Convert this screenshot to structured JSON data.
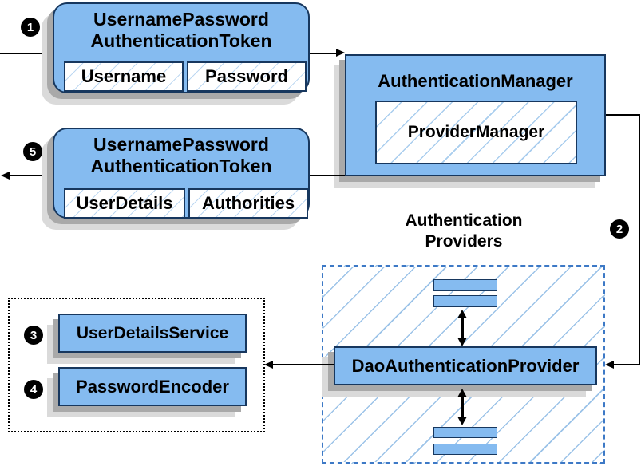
{
  "flow": {
    "request_token": {
      "badge": "1",
      "title_line1": "UsernamePassword",
      "title_line2": "AuthenticationToken",
      "fields": [
        "Username",
        "Password"
      ]
    },
    "auth_manager": {
      "label": "AuthenticationManager",
      "inner_label": "ProviderManager"
    },
    "response_token": {
      "badge": "5",
      "title_line1": "UsernamePassword",
      "title_line2": "AuthenticationToken",
      "fields": [
        "UserDetails",
        "Authorities"
      ]
    },
    "providers": {
      "badge": "2",
      "heading_line1": "Authentication",
      "heading_line2": "Providers",
      "provider_label": "DaoAuthenticationProvider"
    },
    "services": {
      "items": [
        {
          "badge": "3",
          "label": "UserDetailsService"
        },
        {
          "badge": "4",
          "label": "PasswordEncoder"
        }
      ]
    }
  },
  "colors": {
    "box_fill": "#85bbf0",
    "box_border": "#17375e",
    "hatch_line": "#9cc3e8",
    "dashed_border": "#3d79c6",
    "dotted_border": "#000000",
    "shadow_dark": "#a9a9a9",
    "shadow_light": "#dadada",
    "arrow": "#000000"
  }
}
